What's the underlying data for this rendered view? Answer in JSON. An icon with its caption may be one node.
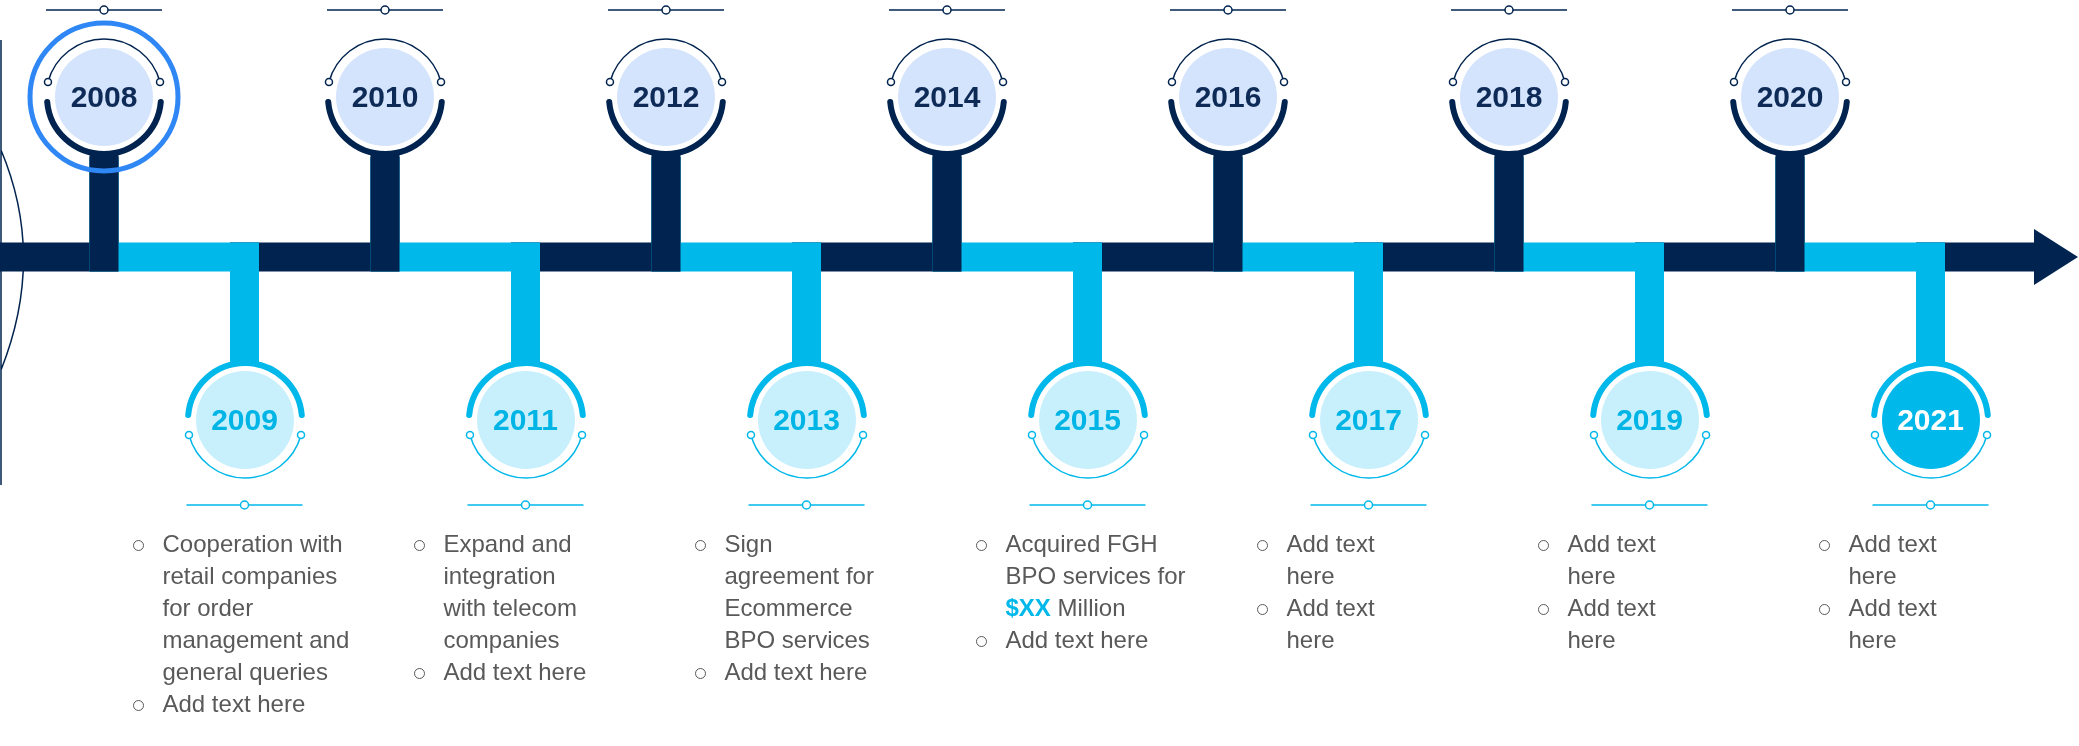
{
  "diagram": {
    "nodes": [
      {
        "text": [
          "2008"
        ]
      },
      {
        "text": [
          "2009"
        ],
        "beside": [
          "Cooperation with retail companies for order management and general queries",
          "Add text here"
        ]
      },
      {
        "text": [
          "2010"
        ]
      },
      {
        "text": [
          "2011"
        ],
        "beside": [
          "Expand and integration with telecom companies",
          "Add text here"
        ]
      },
      {
        "text": [
          "2012"
        ]
      },
      {
        "text": [
          "2013"
        ],
        "beside": [
          "Sign agreement for Ecommerce BPO services",
          "Add text here"
        ]
      },
      {
        "text": [
          "2014"
        ]
      },
      {
        "text": [
          "2015"
        ],
        "beside": [
          "Acquired FGH BPO services for **$XX** Million",
          "Add text here"
        ]
      },
      {
        "text": [
          "2016"
        ]
      },
      {
        "text": [
          "2017"
        ],
        "beside": [
          "Add text here",
          "Add text here"
        ]
      },
      {
        "text": [
          "2018"
        ]
      },
      {
        "text": [
          "2019"
        ],
        "beside": [
          "Add text here",
          "Add text here"
        ]
      },
      {
        "text": [
          "2020"
        ]
      },
      {
        "text": [
          "2021"
        ],
        "beside": [
          "Add text here",
          "Add text here"
        ]
      }
    ],
    "edges": [
      {
        "from": null,
        "to": 0,
        "arrow": "none"
      },
      {
        "from": 0,
        "to": 1,
        "arrow": "none",
        "color": "#00b8ea"
      },
      {
        "from": 1,
        "to": 2,
        "arrow": "none"
      },
      {
        "from": 2,
        "to": 3,
        "arrow": "none",
        "color": "#00b8ea"
      },
      {
        "from": 3,
        "to": 4,
        "arrow": "none"
      },
      {
        "from": 4,
        "to": 5,
        "arrow": "none",
        "color": "#00b8ea"
      },
      {
        "from": 5,
        "to": 6,
        "arrow": "none"
      },
      {
        "from": 6,
        "to": 7,
        "arrow": "none",
        "color": "#00b8ea"
      },
      {
        "from": 7,
        "to": 8,
        "arrow": "none"
      },
      {
        "from": 8,
        "to": 9,
        "arrow": "none",
        "color": "#00b8ea"
      },
      {
        "from": 9,
        "to": 10,
        "arrow": "none"
      },
      {
        "from": 10,
        "to": 11,
        "arrow": "none",
        "color": "#00b8ea"
      },
      {
        "from": 11,
        "to": 12,
        "arrow": "none"
      },
      {
        "from": 12,
        "to": 13,
        "arrow": "none",
        "color": "#00b8ea"
      },
      {
        "from": 13,
        "to": null,
        "arrow": "to"
      }
    ]
  }
}
